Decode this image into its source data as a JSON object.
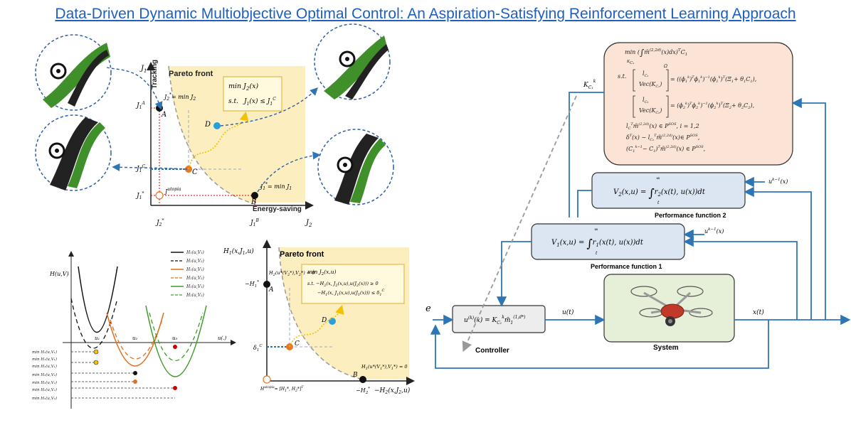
{
  "title": "Data-Driven Dynamic Multiobjective Optimal Control: An Aspiration-Satisfying Reinforcement Learning Approach",
  "colors": {
    "pareto_fill": "#fdefc0",
    "box_fill": "#fbe3d6",
    "perf_fill": "#dce6f2",
    "system_fill": "#e6f0d8",
    "arrow_blue": "#2e75b6",
    "road_green": "#3f8f2a"
  },
  "pareto_top": {
    "heading": "Pareto front",
    "y_axis": "Tracking",
    "x_axis": "Energy-saving",
    "J1": "J",
    "J1_sub": "1",
    "J2": "J",
    "J2_sub": "2",
    "box_line1": "min  J",
    "box_line1b": "2",
    "box_line1c": "(x)",
    "box_line2": "s.t.",
    "box_line2b": "J",
    "box_line2c": "1",
    "box_line2d": "(x) ≤ J",
    "box_line2e": "1",
    "box_line2f": "C",
    "minJ2_label": "J",
    "minJ2_rest": "= min J",
    "minJ2_sub": "2",
    "minJ1_rest": "= min J",
    "minJ1_sub": "1",
    "point_A": "A",
    "point_B": "B",
    "point_C": "C",
    "point_D": "D",
    "utopia": "J",
    "utopia_sup": "utopia",
    "J1A": "J",
    "J1A_sup": "A",
    "J1C": "J",
    "J1C_sup": "C",
    "J1star": "J",
    "J1star_sup": "*",
    "J2star": "J",
    "J2star_sup": "*",
    "J1B": "J",
    "J1B_sup": "B"
  },
  "pareto_bottom": {
    "heading": "Pareto front",
    "y_axis": "H",
    "y_axis_rest": "(x,J",
    "y_axis_rest2": ",u)",
    "x_axis": "−H",
    "x_axis_rest": "(x,J",
    "x_axis_rest2": ",u)",
    "box_line1": "min  J",
    "box_line1b": "2",
    "box_line1c": "(x,u)",
    "box_line2": "s.t.   −H",
    "box_line2b": "(x,  J",
    "box_line2c": "(x,u),u(J",
    "box_line2d": "(x))) ≥ 0",
    "box_line3": "−H",
    "box_line3b": "(x, J",
    "box_line3c": "(x,u),u(J",
    "box_line3d": "(x))) ≤ δ",
    "box_line3e": "C",
    "cond_top": "H",
    "cond_top_rest": "(u*(V",
    "cond_top_rest2": "*),V",
    "cond_top_rest3": "*) = 0",
    "cond_bottom": "H",
    "cond_bottom_rest": "(u*(V",
    "cond_bottom_rest2": "*),V",
    "cond_bottom_rest3": "*) = 0",
    "point_A": "A",
    "point_B": "B",
    "point_C": "C",
    "point_D": "D",
    "neg_H1": "−H",
    "neg_H1_sup": "*",
    "neg_H2": "−H",
    "neg_H2_sup": "*",
    "delta": "δ",
    "delta_sup": "C",
    "utopia": "H",
    "utopia_sup": "utopia",
    "utopia_rest": "= [H",
    "utopia_rest2": "*, H",
    "utopia_rest3": "*]",
    "utopia_T": "T"
  },
  "hamiltonian_plot": {
    "y_axis": "H(u,V)",
    "x_axis": "u(.)",
    "legend": [
      "H₁(u,V₁)",
      "H₂(u,V₂)",
      "H₁(u,V₁)",
      "H₂(u,V₂)",
      "H₁(u,V₁)",
      "H₂(u,V₂)"
    ],
    "u_labels": [
      "u₁",
      "u₂",
      "u₃"
    ],
    "min_labels": [
      "min H₁(u,V₁)",
      "min H₁(u,V₁)",
      "min H₁(u,V₁)",
      "min H₂(u,V₂)",
      "min H₂(u,V₂)",
      "min H₂(u,V₂)",
      "min H₂(u,V₂)"
    ]
  },
  "control_diagram": {
    "opt_line1": "min (",
    "opt_line1b": "m̃",
    "opt_line1c": "(x)dx)",
    "opt_line1d": "C",
    "opt_min_sub": "K",
    "opt_st": "s.t.",
    "opt_row1a": "= ((ϕ",
    "opt_row1b": ")",
    "opt_row1c": "ϕ",
    "opt_row1d": ")",
    "opt_row1e": "(ϕ",
    "opt_row1f": ")",
    "opt_row1g": "(Ξ",
    "opt_row1h": "+ θ",
    "opt_row1i": "C",
    "opt_row1j": "),",
    "opt_row2a": "= (ϕ",
    "opt_row2b": "ϕ",
    "opt_row2c": ")",
    "opt_row2d": "(ϕ",
    "opt_row2e": ")",
    "opt_row2f": "(Ξ",
    "opt_row2g": "+ θ",
    "opt_row2h": "C",
    "opt_row2i": "),",
    "opt_vec1_top": "l",
    "opt_vec1_bot": "Vec(K",
    "opt_vec2_top": "l",
    "opt_vec2_bot": "Vec(K",
    "opt_c3": "l",
    "opt_c3b": "m̃",
    "opt_c3c": "(x) ∈ P",
    "opt_c3d": ", i = 1,2",
    "opt_c4": "δ",
    "opt_c4b": "(x) − l",
    "opt_c4c": "m̃",
    "opt_c4d": "(x)∈ P",
    "opt_c4e": ",",
    "opt_c5": "(C",
    "opt_c5b": "− C",
    "opt_c5c": ")",
    "opt_c5d": "m̃",
    "opt_c5e": "(x) ∈ P",
    "opt_c5f": ",",
    "K_label": "K",
    "perf2_expr": "V",
    "perf2_rest": "(x,u) =",
    "perf2_int": "r",
    "perf2_int_rest": "(x(t), u(x))dt",
    "perf2_label": "Performance function 2",
    "perf1_expr": "V",
    "perf1_rest": "(x,u) =",
    "perf1_int": "r",
    "perf1_int_rest": "(x(t), u(x))dt",
    "perf1_label": "Performance function 1",
    "u_prev_1": "u",
    "u_prev_1_rest": "(x)",
    "u_prev_2": "u",
    "u_prev_2_rest": "(x)",
    "controller_expr": "u",
    "controller_rest": "(x) = K",
    "controller_rest2": "m̃",
    "controller_label": "Controller",
    "system_label": "System",
    "input_e": "e",
    "signal_u": "u(t)",
    "signal_x": "x(t)",
    "int_t": "t",
    "int_inf": "∞"
  }
}
